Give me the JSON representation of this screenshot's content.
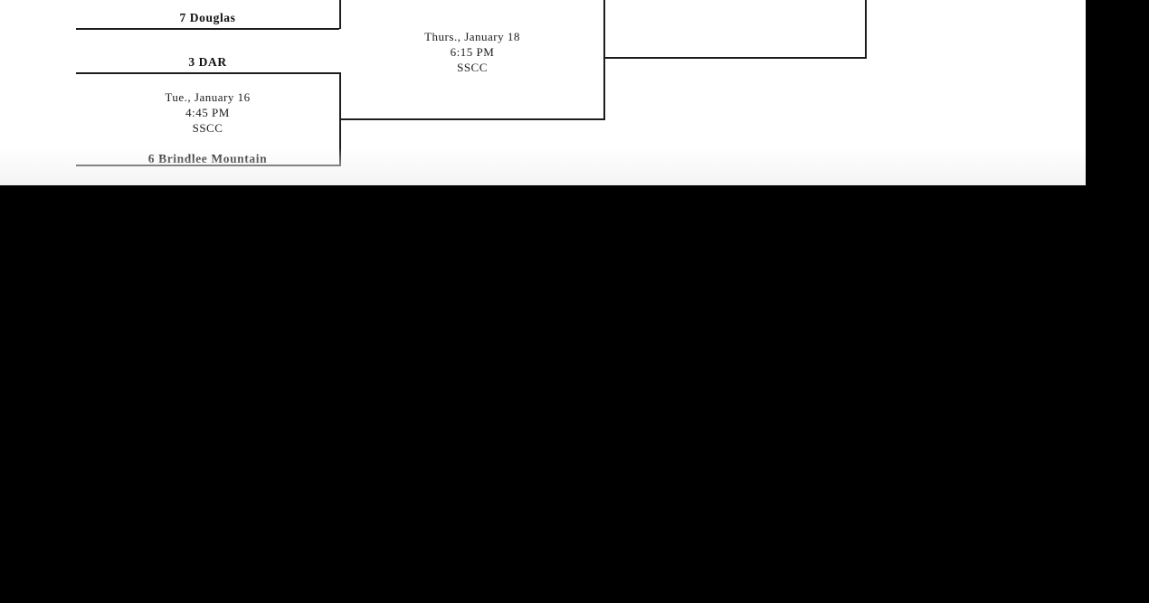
{
  "document": {
    "type": "tournament-bracket",
    "page_background": "#ffffff",
    "surround_background": "#000000",
    "line_color": "#1c1c1c"
  },
  "bracket": {
    "matchups": [
      {
        "id": "lower-left-semifinal",
        "teams": [
          {
            "seed": "3",
            "name": "DAR",
            "label": "3  DAR"
          },
          {
            "seed": "6",
            "name": "Brindlee Mountain",
            "label": "6  Brindlee Mountain"
          }
        ],
        "game_info": {
          "date": "Tue., January 16",
          "time": "4:45 PM",
          "venue": "SSCC"
        }
      },
      {
        "id": "upper-left-partial",
        "teams": [
          {
            "seed": "7",
            "name": "Douglas",
            "label": "7  Douglas"
          }
        ],
        "game_info": null
      },
      {
        "id": "center-round",
        "teams": [],
        "game_info": {
          "date": "Thurs., January 18",
          "time": "6:15 PM",
          "venue": "SSCC"
        }
      }
    ]
  }
}
